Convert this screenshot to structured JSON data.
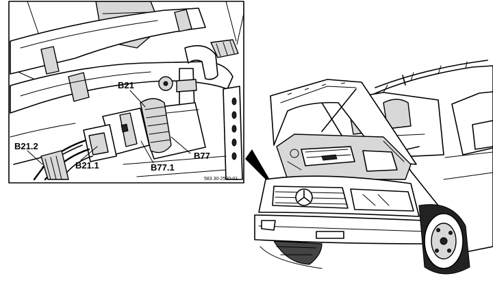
{
  "labels": {
    "b21": "B21",
    "b21_2": "B21.2",
    "b21_1": "B21.1",
    "b77_1": "B77.1",
    "b77": "B77",
    "ref": "583.30-2530-01"
  }
}
